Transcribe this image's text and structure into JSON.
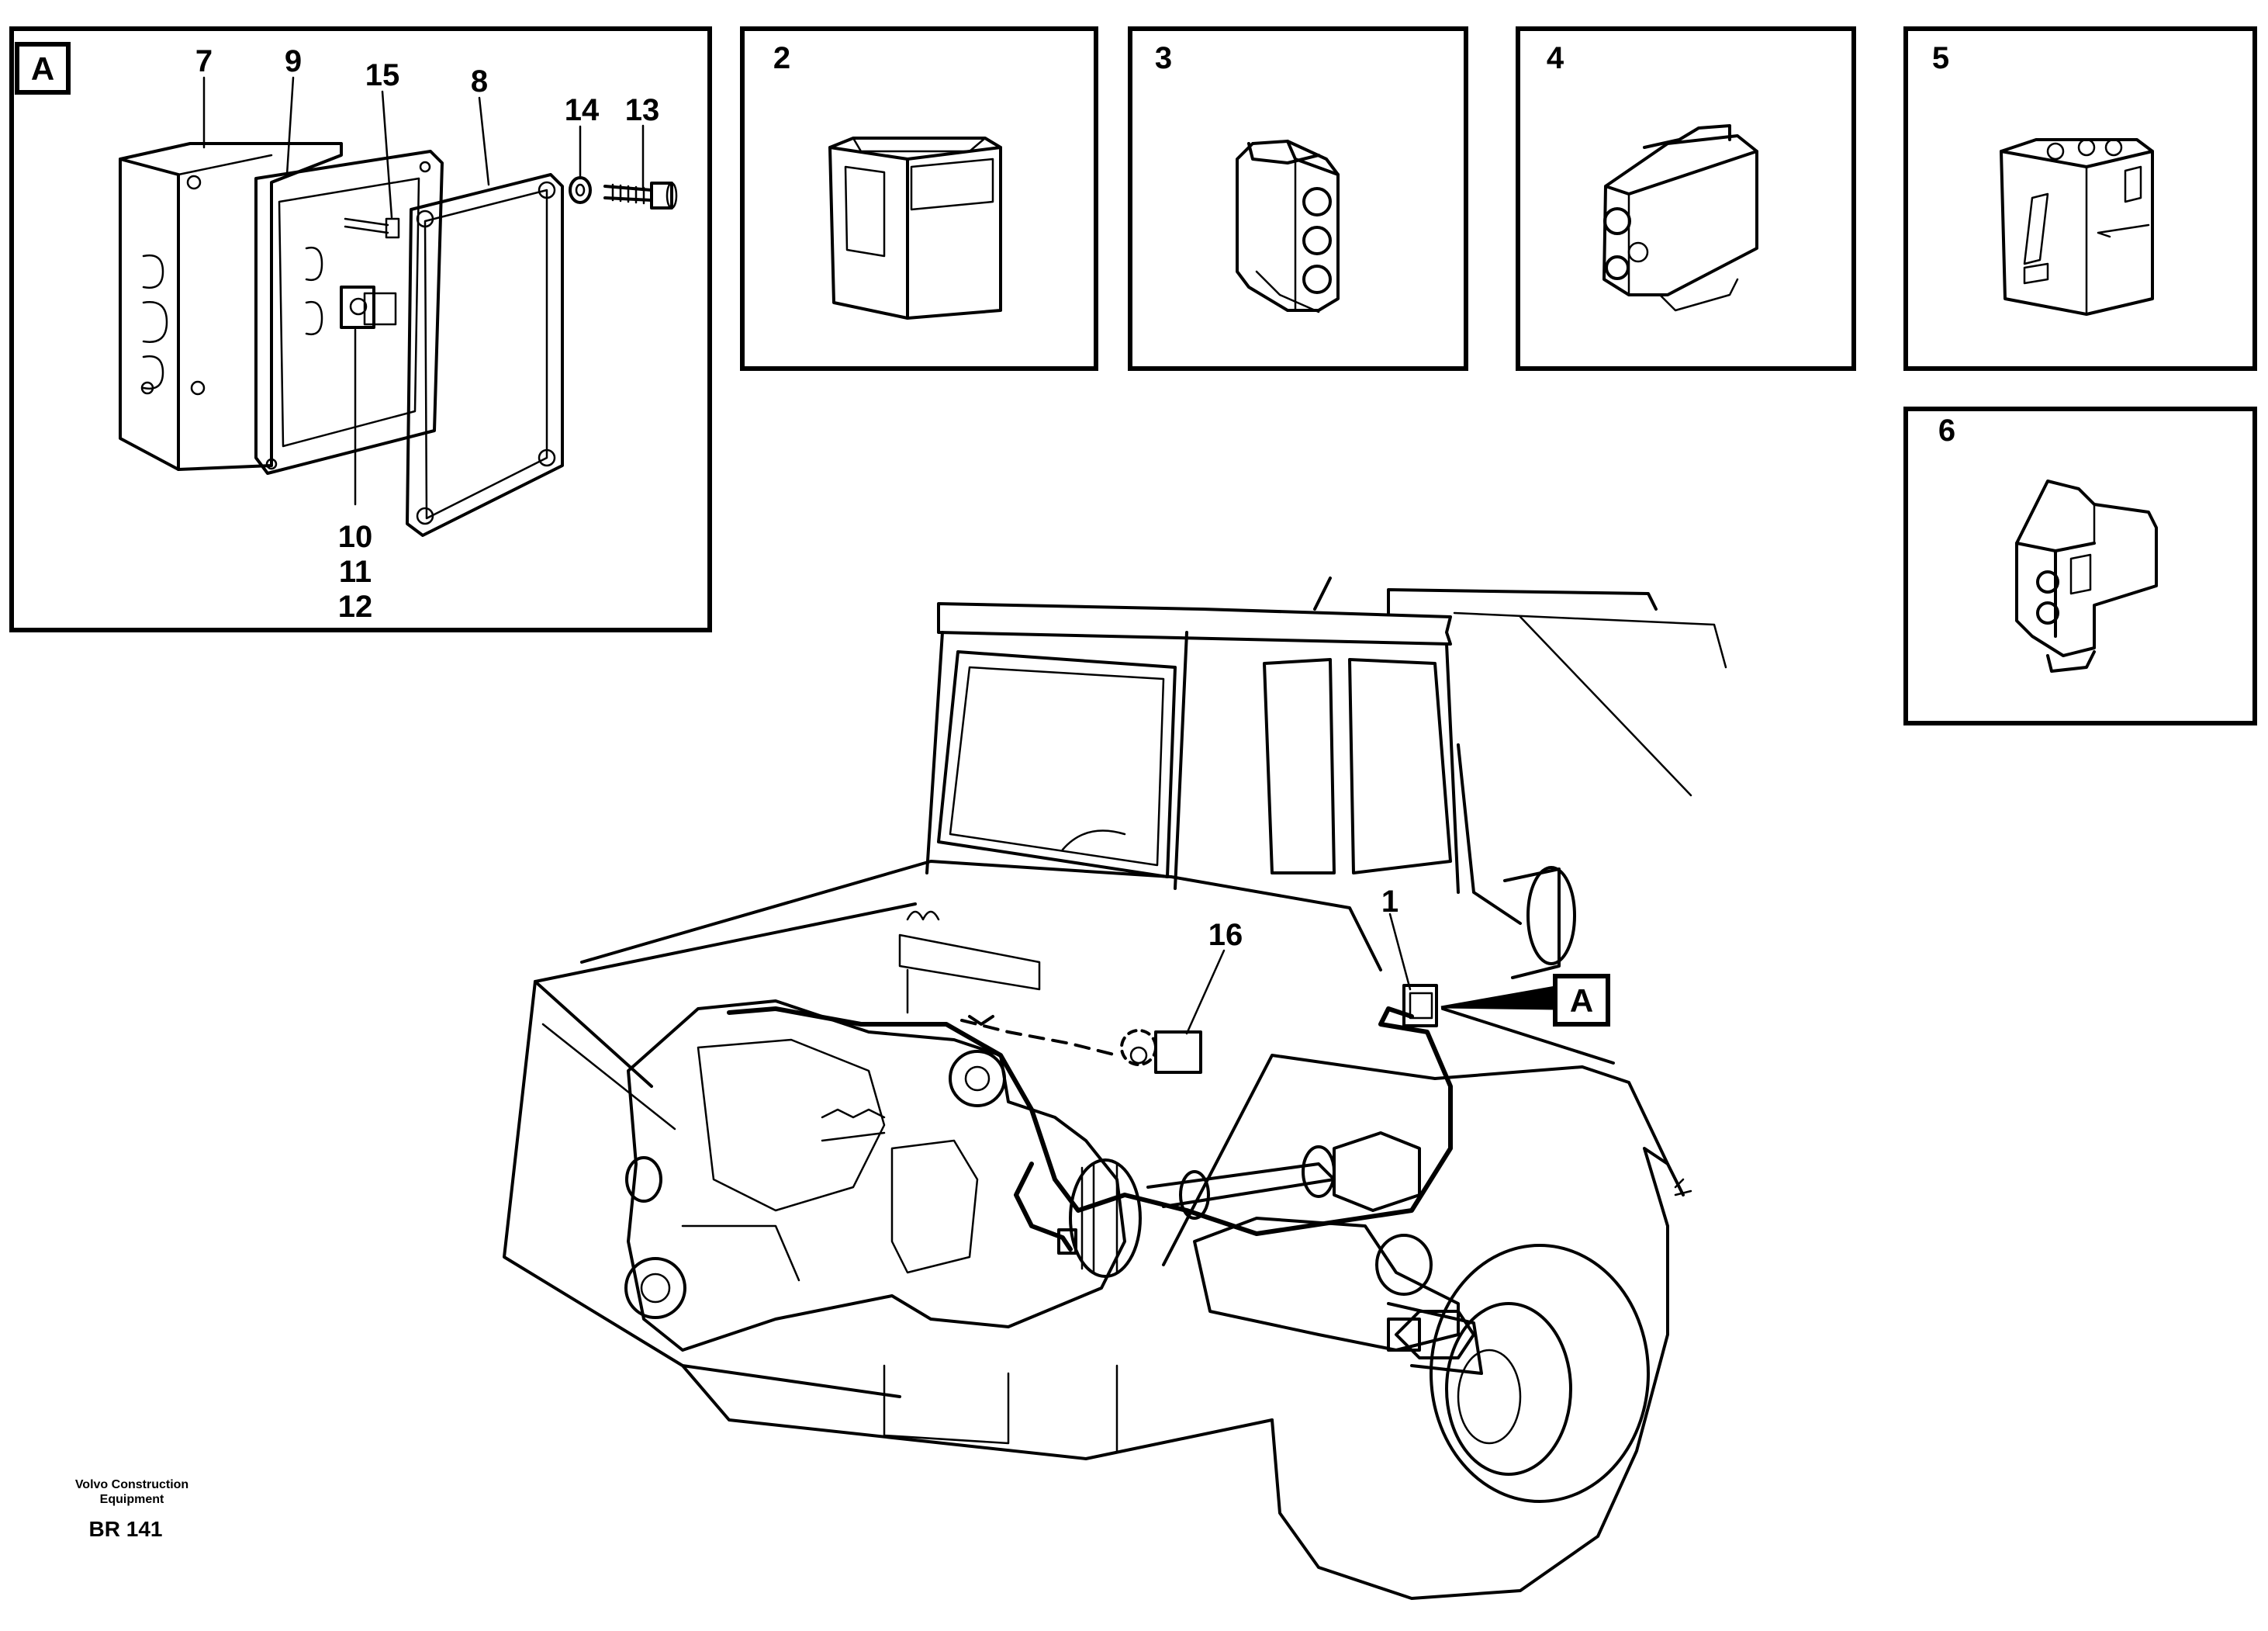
{
  "detail_tag": "A",
  "callouts": {
    "c1": "1",
    "c2": "2",
    "c3": "3",
    "c4": "4",
    "c5": "5",
    "c6": "6",
    "c7": "7",
    "c8": "8",
    "c9": "9",
    "c10": "10",
    "c11": "11",
    "c12": "12",
    "c13": "13",
    "c14": "14",
    "c15": "15",
    "c16": "16"
  },
  "footer": {
    "line1": "Volvo Construction",
    "line2": "Equipment",
    "code": "BR 141"
  }
}
